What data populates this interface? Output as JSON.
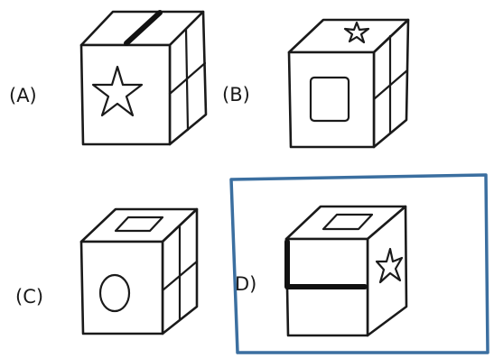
{
  "options": [
    {
      "id": "A",
      "label": "(A)"
    },
    {
      "id": "B",
      "label": "(B)"
    },
    {
      "id": "C",
      "label": "(C)"
    },
    {
      "id": "D",
      "label": "D)"
    }
  ],
  "highlighted_option": "D",
  "colors": {
    "highlight_border": "#3b6fa0",
    "line": "#1a1a1a",
    "background": "#ffffff"
  }
}
